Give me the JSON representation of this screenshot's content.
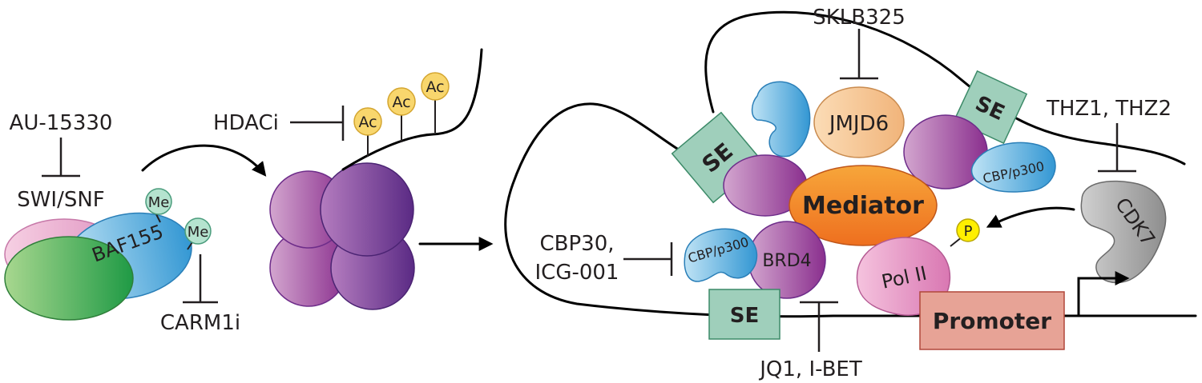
{
  "inhibitors": {
    "au15330": "AU-15330",
    "hdaci": "HDACi",
    "carm1i": "CARM1i",
    "sklb325": "SKLB325",
    "thz": "THZ1, THZ2",
    "cbp30_line1": "CBP30,",
    "cbp30_line2": "ICG-001",
    "jq1": "JQ1, I-BET"
  },
  "complexes": {
    "swi_snf": "SWI/SNF",
    "baf155": "BAF155",
    "methyl_mark": "Me",
    "acetyl_mark": "Ac"
  },
  "transcription": {
    "super_enhancer": "SE",
    "jmjd6": "JMJD6",
    "mediator": "Mediator",
    "cbp_p300": "CBP/p300",
    "brd4": "BRD4",
    "pol_ii": "Pol II",
    "phospho": "P",
    "cdk7": "CDK7",
    "promoter": "Promoter"
  },
  "colors": {
    "purple": "#8e3fa0",
    "blue": "#4ea6dc",
    "mediator_orange": "#f28a1e",
    "se_green": "#9fcfbb",
    "promoter_red": "#e7a396",
    "acetyl_yellow": "#f8d66d",
    "jmjd6_peach": "#f6c795",
    "polii_pink": "#e58fc3",
    "cdk7_gray": "#a3a3a3",
    "phospho_yellow": "#ffef00"
  }
}
